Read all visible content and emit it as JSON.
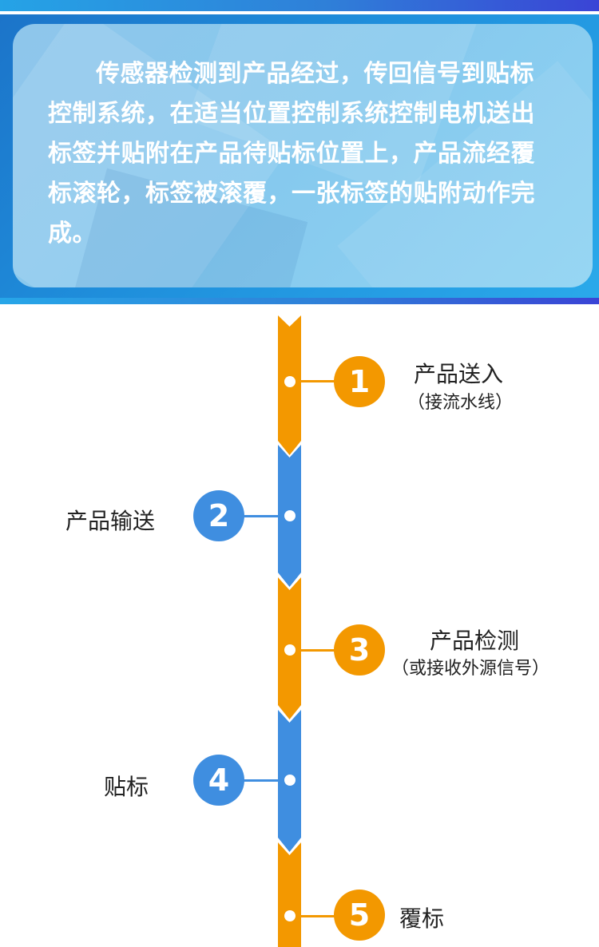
{
  "intro": {
    "text": "传感器检测到产品经过，传回信号到贴标控制系统，在适当位置控制系统控制电机送出标签并贴附在产品待贴标位置上，产品流经覆标滚轮，标签被滚覆，一张标签的贴附动作完成。"
  },
  "colors": {
    "orange": "#f39800",
    "blue": "#3f8ee0",
    "banner": "#1f8fdc"
  },
  "steps": [
    {
      "number": "1",
      "title": "产品送入",
      "subtitle": "（接流水线）",
      "color": "orange"
    },
    {
      "number": "2",
      "title": "产品输送",
      "subtitle": "",
      "color": "blue"
    },
    {
      "number": "3",
      "title": "产品检测",
      "subtitle": "（或接收外源信号）",
      "color": "orange"
    },
    {
      "number": "4",
      "title": "贴标",
      "subtitle": "",
      "color": "blue"
    },
    {
      "number": "5",
      "title": "覆标",
      "subtitle": "",
      "color": "orange"
    }
  ]
}
